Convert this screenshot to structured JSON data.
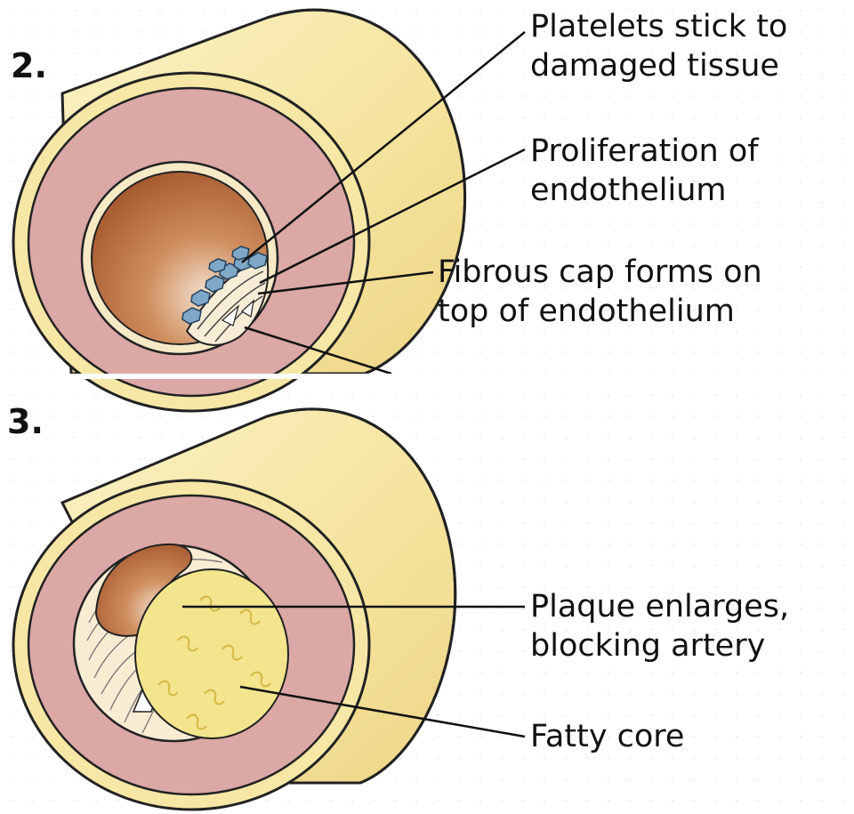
{
  "panels": [
    {
      "number": "2.",
      "labels": [
        {
          "line1": "Platelets stick to",
          "line2": "damaged tissue"
        },
        {
          "line1": "Proliferation of",
          "line2": "endothelium"
        },
        {
          "line1": "Fibrous cap forms on",
          "line2": "top of endothelium"
        }
      ]
    },
    {
      "number": "3.",
      "labels": [
        {
          "line1": "Plaque enlarges,",
          "line2": "blocking artery"
        },
        {
          "line1": "Fatty core",
          "line2": ""
        }
      ]
    }
  ],
  "colors": {
    "outer_wall": "#f6e7a6",
    "outer_wall_shade": "#eed98a",
    "media": "#dba8a6",
    "lumen": "#c47d4e",
    "platelets": "#7fa7c7",
    "fatty_core": "#f3e58e"
  }
}
